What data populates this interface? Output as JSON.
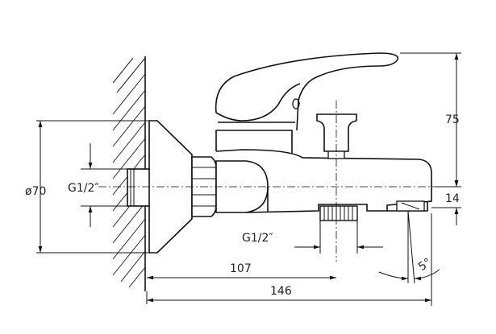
{
  "dimensions": {
    "flange_diameter": "ø70",
    "inlet_thread": "G1/2″",
    "outlet_thread": "G1/2″",
    "height_lever": "75",
    "spout_height": "14",
    "depth_to_outlet": "107",
    "total_depth": "146",
    "spout_angle": "5°"
  }
}
